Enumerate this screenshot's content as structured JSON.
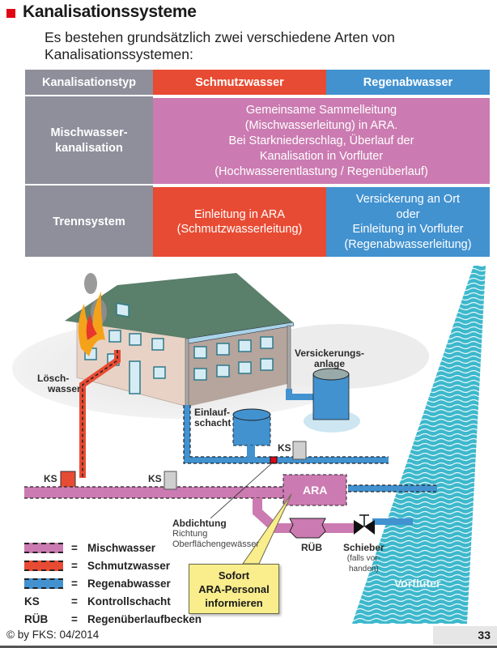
{
  "header": {
    "title": "Kanalisationssysteme",
    "intro_line1": "Es bestehen grundsätzlich zwei verschiedene Arten von",
    "intro_line2": "Kanalisationssystemen:"
  },
  "table": {
    "columns": [
      "Kanalisationstyp",
      "Schmutzwasser",
      "Regenabwasser"
    ],
    "rows": [
      {
        "type_line1": "Mischwasser-",
        "type_line2": "kanalisation",
        "combined": [
          "Gemeinsame Sammelleitung",
          "(Mischwasserleitung) in ARA.",
          "Bei Starkniederschlag, Überlauf der",
          "Kanalisation in Vorfluter",
          "(Hochwasserentlastung / Regenüberlauf)"
        ]
      },
      {
        "type_line1": "Trennsystem",
        "schmutzwasser": [
          "Einleitung in ARA",
          "(Schmutzwasserleitung)"
        ],
        "regenabwasser": [
          "Versickerung an Ort",
          "oder",
          "Einleitung in Vorfluter",
          "(Regenabwasserleitung)"
        ]
      }
    ]
  },
  "diagram": {
    "labels": {
      "loeschwasser_1": "Lösch-",
      "loeschwasser_2": "wasser",
      "versickerung_1": "Versickerungs-",
      "versickerung_2": "anlage",
      "einlauf_1": "Einlauf-",
      "einlauf_2": "schacht",
      "ks": "KS",
      "ara": "ARA",
      "abdichtung": "Abdichtung",
      "abdichtung_sub1": "Richtung",
      "abdichtung_sub2": "Oberflächengewässer",
      "rueb": "RÜB",
      "schieber": "Schieber",
      "schieber_sub1": "(falls vor-",
      "schieber_sub2": "handen)",
      "vorfluter": "Vorfluter"
    },
    "callout": [
      "Sofort",
      "ARA-Personal",
      "informieren"
    ],
    "colors": {
      "mischwasser": "#cb7bb1",
      "schmutzwasser": "#e84b33",
      "regenabwasser": "#4292d0",
      "roof": "#5a7f6a",
      "wall": "#e8d2c6",
      "vorfluter": "#3db8cc"
    }
  },
  "legend": [
    {
      "swatch": "mischwasser",
      "eq": "=",
      "text": "Mischwasser"
    },
    {
      "swatch": "schmutzwasser",
      "eq": "=",
      "text": "Schmutzwasser"
    },
    {
      "swatch": "regenabwasser",
      "eq": "=",
      "text": "Regenabwasser"
    },
    {
      "abbr": "KS",
      "eq": "=",
      "text": "Kontrollschacht"
    },
    {
      "abbr": "RÜB",
      "eq": "=",
      "text": "Regenüberlaufbecken"
    }
  ],
  "footer": {
    "copyright": "© by FKS: 04/2014",
    "page_number": "33"
  }
}
